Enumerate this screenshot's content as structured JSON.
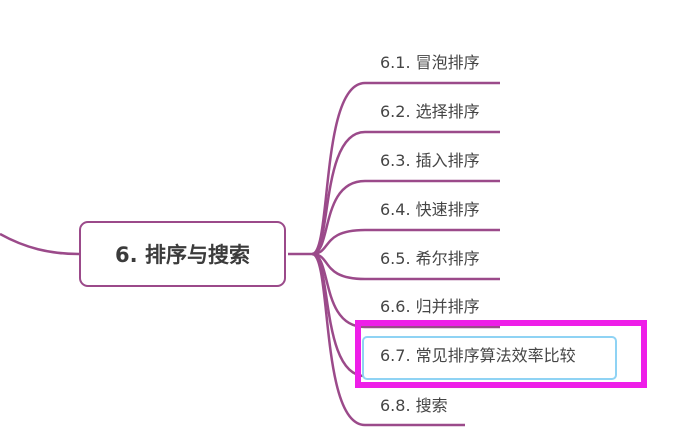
{
  "colors": {
    "branch": "#9b4a8a",
    "root_border": "#9b4a8a",
    "selection_border": "#8fd3f4",
    "highlight": "#ee1ee8",
    "text": "#454545"
  },
  "root": {
    "label": "6. 排序与搜索"
  },
  "children": [
    {
      "label": "6.1. 冒泡排序"
    },
    {
      "label": "6.2. 选择排序"
    },
    {
      "label": "6.3. 插入排序"
    },
    {
      "label": "6.4. 快速排序"
    },
    {
      "label": "6.5. 希尔排序"
    },
    {
      "label": "6.6. 归并排序"
    },
    {
      "label": "6.7. 常见排序算法效率比较"
    },
    {
      "label": "6.8. 搜索"
    }
  ]
}
